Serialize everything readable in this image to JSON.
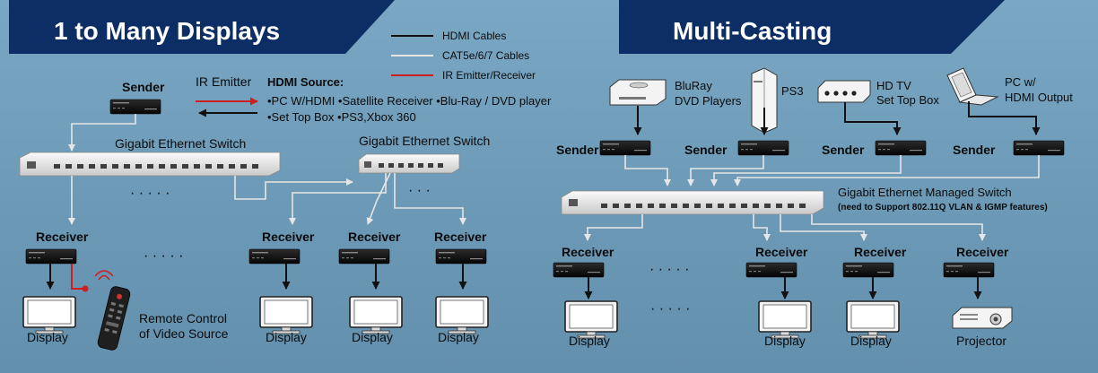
{
  "titles": {
    "left": "1 to Many Displays",
    "right": "Multi-Casting"
  },
  "legend": {
    "hdmi": "HDMI Cables",
    "cat": "CAT5e/6/7 Cables",
    "ir": "IR Emitter/Receiver",
    "colors": {
      "hdmi": "#111111",
      "cat": "#e6e6e6",
      "ir": "#cc1f1f"
    }
  },
  "left": {
    "sender": "Sender",
    "ir_emitter": "IR Emitter",
    "hdmi_source_title": "HDMI Source:",
    "source_line1": "•PC W/HDMI  •Satellite Receiver •Blu-Ray / DVD player",
    "source_line2": "•Set Top Box •PS3,Xbox 360",
    "switch1": "Gigabit Ethernet Switch",
    "switch2": "Gigabit Ethernet Switch",
    "receiver": "Receiver",
    "display": "Display",
    "remote_line1": "Remote Control",
    "remote_line2": "of Video Source"
  },
  "right": {
    "src_bluray1": "BluRay",
    "src_bluray2": "DVD Players",
    "src_ps3": "PS3",
    "src_hdtv1": "HD TV",
    "src_hdtv2": "Set Top Box",
    "src_pc1": "PC w/",
    "src_pc2": "HDMI Output",
    "sender": "Sender",
    "switch": "Gigabit Ethernet Managed Switch",
    "switch_note": "(need to Support 802.11Q VLAN & IGMP features)",
    "receiver": "Receiver",
    "display": "Display",
    "projector": "Projector"
  }
}
